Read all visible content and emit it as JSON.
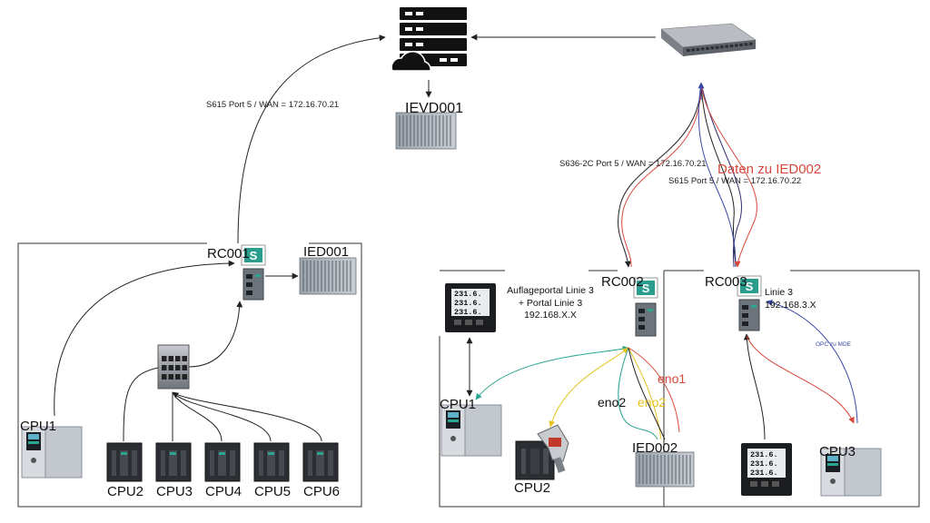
{
  "colors": {
    "black": "#222222",
    "teal": "#2aa58f",
    "yellow": "#e6c21f",
    "red": "#d9483a",
    "blue": "#3b4aa8",
    "navy": "#2b2f73",
    "siemens": "#2a9d8f"
  },
  "icons": {
    "server": "server-cloud-icon",
    "switch": "rack-switch-icon",
    "router": "scalance-router-icon",
    "industrial_pc": "industrial-pc-icon",
    "plc": "plc-icon",
    "io_module": "io-module-icon",
    "meter": "power-meter-icon",
    "managed_switch": "managed-switch-icon",
    "scanner": "barcode-scanner-icon"
  },
  "labels": {
    "ievd001": "IEVD001",
    "rc001": "RC001",
    "ied001": "IED001",
    "cpu1_left": "CPU1",
    "cpu2_left": "CPU2",
    "cpu3_left": "CPU3",
    "cpu4_left": "CPU4",
    "cpu5_left": "CPU5",
    "cpu6_left": "CPU6",
    "rc002": "RC002",
    "rc003": "RC003",
    "cpu1_right": "CPU1",
    "cpu2_right": "CPU2",
    "ied002": "IED002",
    "cpu3_right": "CPU3",
    "eno1": "eno1",
    "eno2_black": "eno2",
    "eno2_yellow": "eno2",
    "wan_left": "S615 Port 5 / WAN = 172.16.70.21",
    "wan_mid": "S636-2C Port 5 / WAN = 172.16.70.21",
    "wan_right": "S615 Port 5 / WAN = 172.16.70.22",
    "daten": "Daten zu IED002",
    "portal_1": "Auflageportal Linie 3",
    "portal_2": "+ Portal Linie 3",
    "portal_ip": "192.168.X.X",
    "linie": "Linie 3",
    "linie_ip": "192.168.3.X",
    "opc": "OPC zu MDE",
    "meter_digits": "231.6."
  }
}
